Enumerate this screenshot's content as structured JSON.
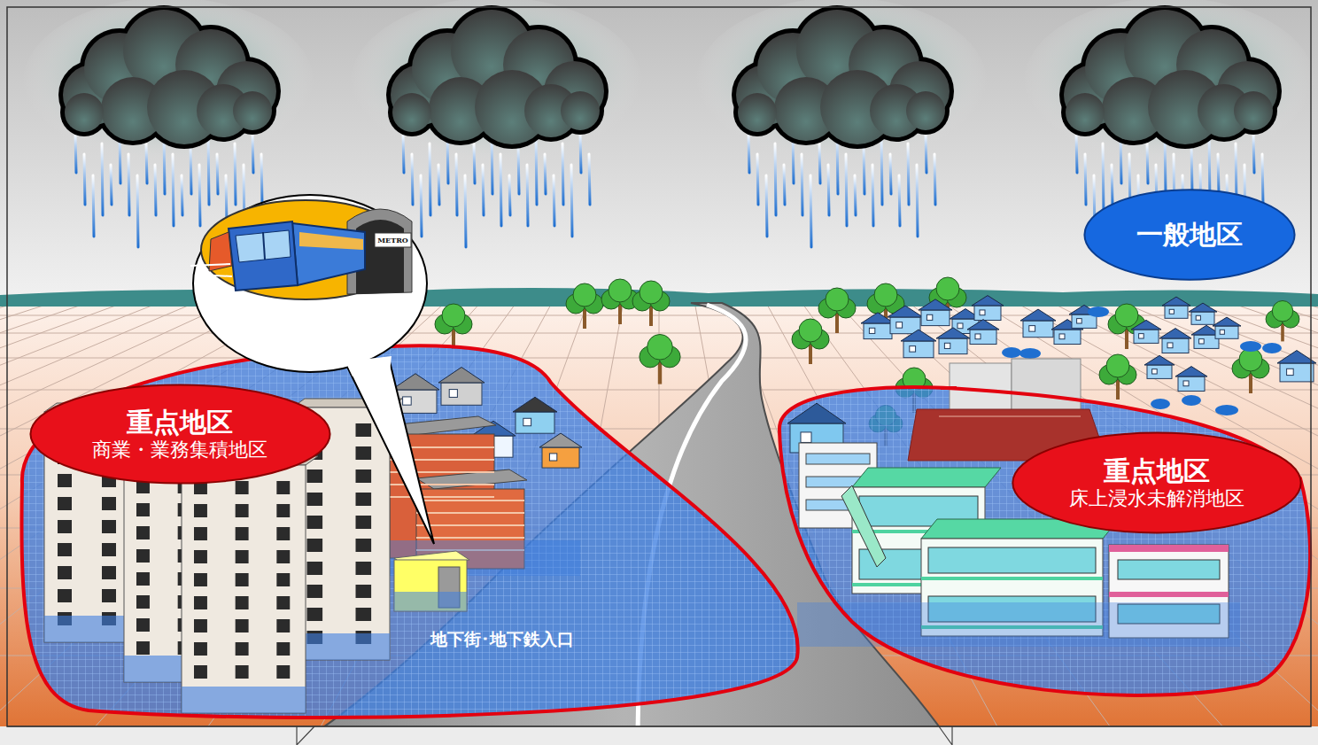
{
  "diagram": {
    "nodes": [
      {
        "text": [
          "一般地区"
        ]
      },
      {
        "text": [
          "重点地区",
          "商業・業務集積地区"
        ]
      },
      {
        "text": [
          "重点地区",
          "床上浸水未解消地区"
        ]
      }
    ],
    "labels": [
      "METRO",
      "地下街･地下鉄入口"
    ]
  }
}
